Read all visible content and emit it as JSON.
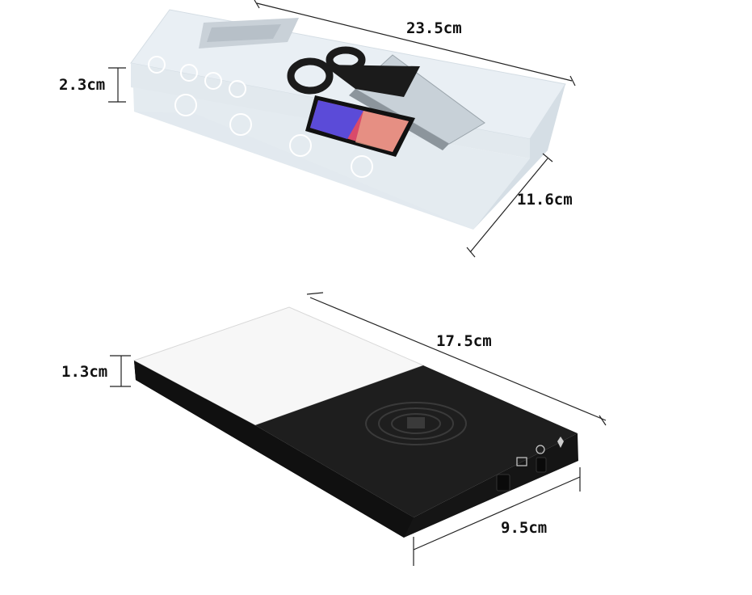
{
  "dimensions": {
    "box_length": "23.5cm",
    "box_height": "2.3cm",
    "box_width": "11.6cm",
    "device_length": "17.5cm",
    "device_height": "1.3cm",
    "device_width": "9.5cm"
  },
  "objects": {
    "box": "retail-box",
    "device": "wireless-charger-power-bank"
  },
  "colors": {
    "box_face": "#e8eef3",
    "box_side": "#dde6ec",
    "device_black": "#1a1a1a",
    "device_white": "#f6f6f6"
  }
}
